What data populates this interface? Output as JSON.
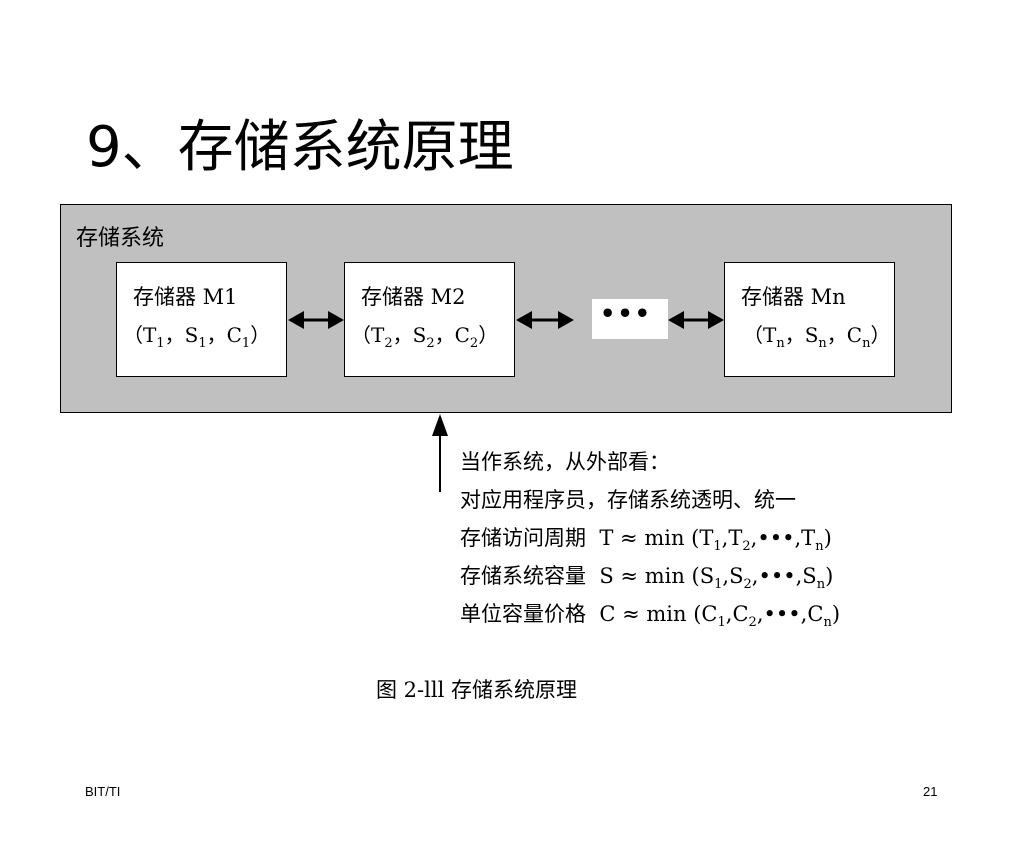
{
  "slide": {
    "title": "9、存储系统原理",
    "footer_left": "BIT/TI",
    "page_number": "21"
  },
  "diagram": {
    "system_label": "存储系统",
    "memories": [
      {
        "name": "存储器 M1",
        "T": "T",
        "T_sub": "1",
        "S": "S",
        "S_sub": "1",
        "C": "C",
        "C_sub": "1"
      },
      {
        "name": "存储器 M2",
        "T": "T",
        "T_sub": "2",
        "S": "S",
        "S_sub": "2",
        "C": "C",
        "C_sub": "2"
      },
      {
        "name": "存储器 Mn",
        "T": "T",
        "T_sub": "n",
        "S": "S",
        "S_sub": "n",
        "C": "C",
        "C_sub": "n"
      }
    ],
    "ellipsis": "•••"
  },
  "info": {
    "line1": "当作系统，从外部看：",
    "line2": "对应用程序员，存储系统透明、统一",
    "line3_label": "存储访问周期",
    "line4_label": "存储系统容量",
    "line5_label": "单位容量价格",
    "line3_var": "T",
    "line4_var": "S",
    "line5_var": "C"
  },
  "caption": "图 2-lll  存储系统原理"
}
